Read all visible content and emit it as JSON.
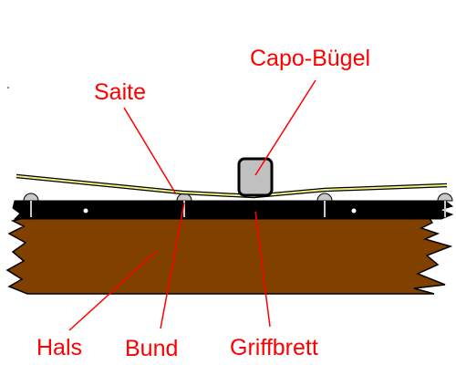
{
  "labels": {
    "capo": "Capo-Bügel",
    "string": "Saite",
    "neck": "Hals",
    "fret": "Bund",
    "fretboard": "Griffbrett"
  },
  "colors": {
    "label_text": "#ff0000",
    "leader_line": "#ff0000",
    "neck_wood": "#804000",
    "fretboard": "#000000",
    "string": "#f0f080",
    "capo_fill": "#c0c0c0"
  }
}
